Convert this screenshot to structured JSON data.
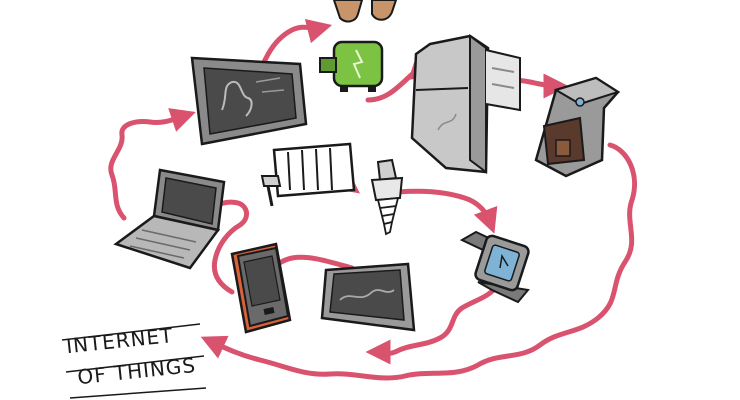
{
  "title": {
    "line1": "INTERNET",
    "line2": "OF THINGS"
  },
  "colors": {
    "arrow": "#d9536f",
    "outline": "#1a1a1a",
    "device_gray": "#8a8a8a",
    "screen_dark": "#4a4a4a",
    "toaster_green": "#7cc243",
    "phone_orange": "#d9623a",
    "watch_screen": "#7fb3d5",
    "hands": "#c8956a",
    "coffee_brown": "#5b3a2e"
  },
  "devices": [
    {
      "name": "tv",
      "icon": "tv-icon"
    },
    {
      "name": "toaster",
      "icon": "toaster-icon"
    },
    {
      "name": "fridge",
      "icon": "fridge-icon"
    },
    {
      "name": "coffee-machine",
      "icon": "coffee-machine-icon"
    },
    {
      "name": "radiator",
      "icon": "radiator-icon"
    },
    {
      "name": "light-bulb",
      "icon": "lightbulb-icon"
    },
    {
      "name": "smartwatch",
      "icon": "smartwatch-icon"
    },
    {
      "name": "laptop",
      "icon": "laptop-icon"
    },
    {
      "name": "smartphone",
      "icon": "smartphone-icon"
    },
    {
      "name": "tablet",
      "icon": "tablet-icon"
    }
  ]
}
